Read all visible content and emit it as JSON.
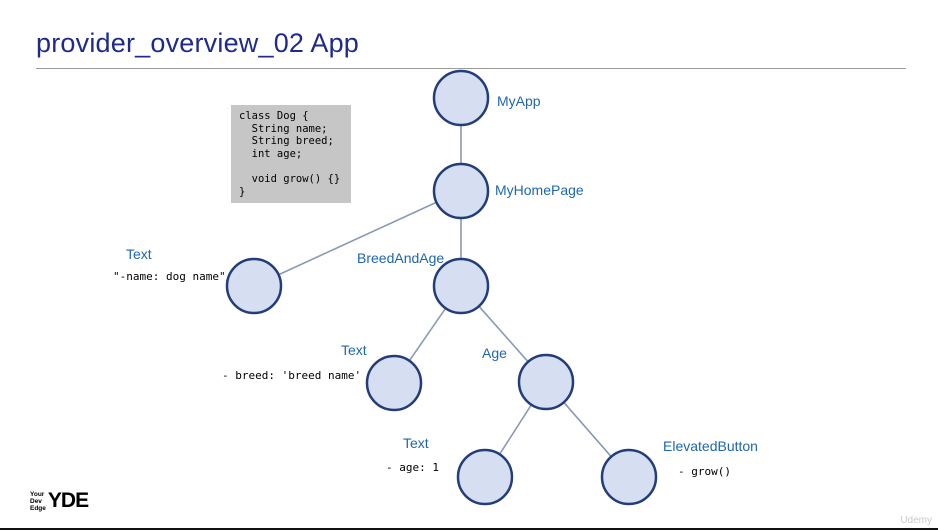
{
  "slide": {
    "title": "provider_overview_02 App"
  },
  "code_block": {
    "text": "class Dog {\n  String name;\n  String breed;\n  int age;\n\n  void grow() {}\n}"
  },
  "nodes": [
    {
      "id": "myapp",
      "label": "MyApp"
    },
    {
      "id": "myhomepage",
      "label": "MyHomePage"
    },
    {
      "id": "text1",
      "label": "Text",
      "note": "\"-name: dog name\""
    },
    {
      "id": "breedandage",
      "label": "BreedAndAge"
    },
    {
      "id": "text2",
      "label": "Text",
      "note": "- breed: 'breed name'"
    },
    {
      "id": "age",
      "label": "Age"
    },
    {
      "id": "text3",
      "label": "Text",
      "note": "- age: 1"
    },
    {
      "id": "elevatedbutton",
      "label": "ElevatedButton",
      "note": "- grow()"
    }
  ],
  "edges": [
    [
      "myapp",
      "myhomepage"
    ],
    [
      "myhomepage",
      "text1"
    ],
    [
      "myhomepage",
      "breedandage"
    ],
    [
      "breedandage",
      "text2"
    ],
    [
      "breedandage",
      "age"
    ],
    [
      "age",
      "text3"
    ],
    [
      "age",
      "elevatedbutton"
    ]
  ],
  "logo": {
    "line1": "Your",
    "line2": "Dev",
    "line3": "Edge",
    "mark": "YDE"
  },
  "watermark": "Udemy",
  "colors": {
    "title": "#1f2a8c",
    "node_fill": "#d6dff2",
    "node_stroke": "#233c7a",
    "widget_label": "#1f66b0",
    "code_bg": "#c6c6c6"
  }
}
